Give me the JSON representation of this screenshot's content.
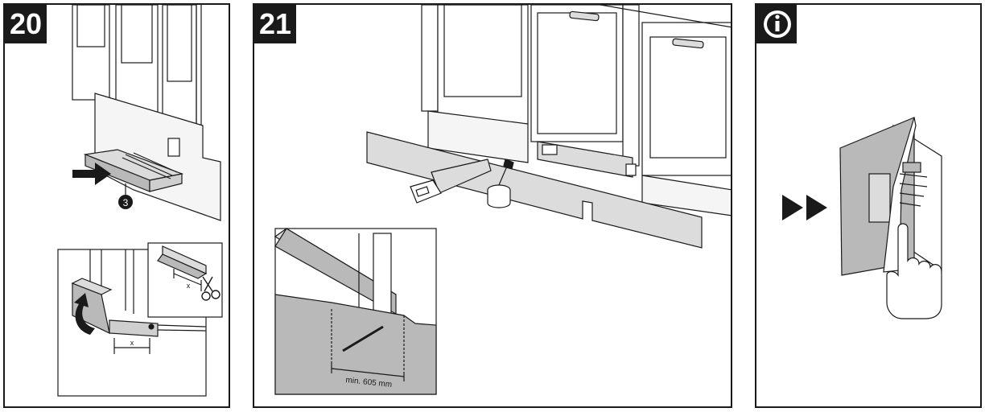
{
  "steps": [
    {
      "number": "20",
      "callout": "3",
      "dimension_label": "x",
      "dimension_label_2": "x"
    },
    {
      "number": "21",
      "dimension_label": "min. 605 mm"
    },
    {
      "info_icon": "info-icon",
      "action_icon": "fast-forward-icon"
    }
  ],
  "colors": {
    "line": "#1a1a1a",
    "panel_fill": "#dcdcdc",
    "dark_fill": "#b9b9b9",
    "badge": "#1a1a1a"
  }
}
